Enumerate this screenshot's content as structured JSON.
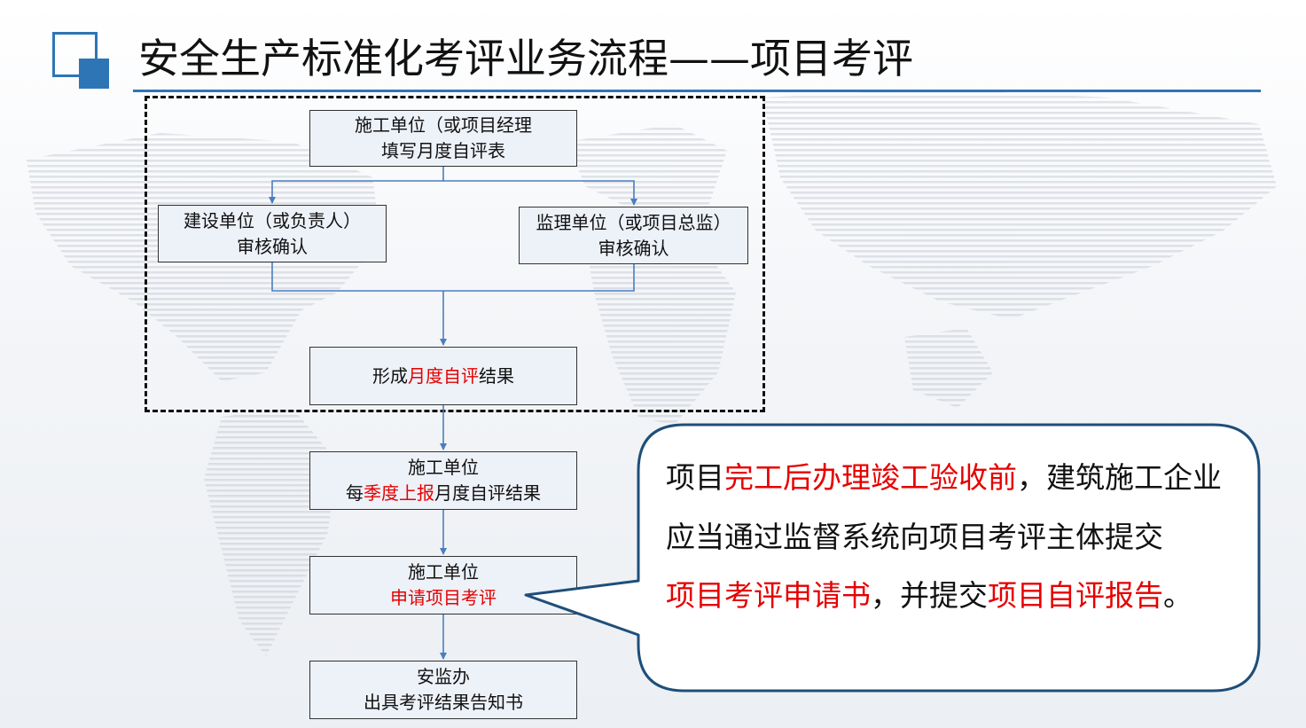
{
  "title": "安全生产标准化考评业务流程——项目考评",
  "colors": {
    "accent": "#2e75b6",
    "highlight": "#e60000",
    "box_fill": "#edf1f8",
    "callout_border": "#1f4e79"
  },
  "flow": {
    "fill_form": {
      "line1": "施工单位（或项目经理",
      "line2": "填写月度自评表"
    },
    "builder_review": {
      "line1": "建设单位（或负责人）",
      "line2": "审核确认"
    },
    "supervisor_review": {
      "line1": "监理单位（或项目总监）",
      "line2": "审核确认"
    },
    "monthly_result": {
      "pre": "形成",
      "highlight": "月度自评",
      "post": "结果"
    },
    "quarterly_report": {
      "line1": "施工单位",
      "line2_pre": "每",
      "line2_highlight": "季度上报",
      "line2_post": "月度自评结果"
    },
    "apply_review": {
      "line1": "施工单位",
      "line2_highlight": "申请项目考评"
    },
    "issue_notice": {
      "line1": "安监办",
      "line2": "出具考评结果告知书"
    }
  },
  "callout": {
    "s1": "项目",
    "s2": "完工后办理竣工验收前",
    "s3": "，建筑施工企业应当通过监督系统向项目考评主体提交",
    "s4": "项目考评申请书",
    "s5": "，并提交",
    "s6": "项目自评报告",
    "s7": "。"
  }
}
